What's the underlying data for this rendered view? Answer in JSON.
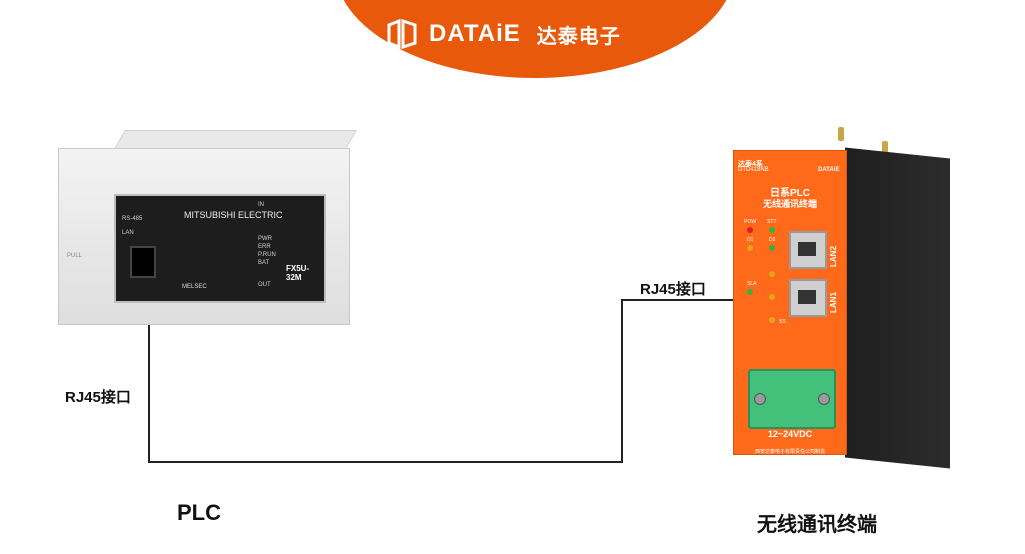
{
  "banner": {
    "brand_en": "DATAiE",
    "brand_cn": "达泰电子"
  },
  "labels": {
    "rj45_left": "RJ45接口",
    "rj45_right": "RJ45接口",
    "plc": "PLC",
    "terminal": "无线通讯终端"
  },
  "plc_device": {
    "brand": "MITSUBISHI ELECTRIC",
    "model": "FX5U-32M",
    "series": "MELSEC",
    "pull_label": "PULL",
    "rs485": "RS-485",
    "lan": "LAN",
    "in_label": "IN",
    "out_label": "OUT",
    "pwr": "PWR",
    "err": "ERR",
    "prun": "P.RUN",
    "bat": "BAT"
  },
  "terminal_device": {
    "brand_small": "达泰4系",
    "model_small": "DTD418NB",
    "logo": "DATAiE",
    "title_line1": "日系PLC",
    "title_line2": "无线通讯终端",
    "led_pow": "POW",
    "led_stt": "STT",
    "led_d1": "D1",
    "led_d2": "D2",
    "led_sla": "SLA",
    "led_ss": "SS",
    "lan1": "LAN1",
    "lan2": "LAN2",
    "voltage": "12~24VDC",
    "company": "西安达泰电子有限责任公司制造"
  }
}
